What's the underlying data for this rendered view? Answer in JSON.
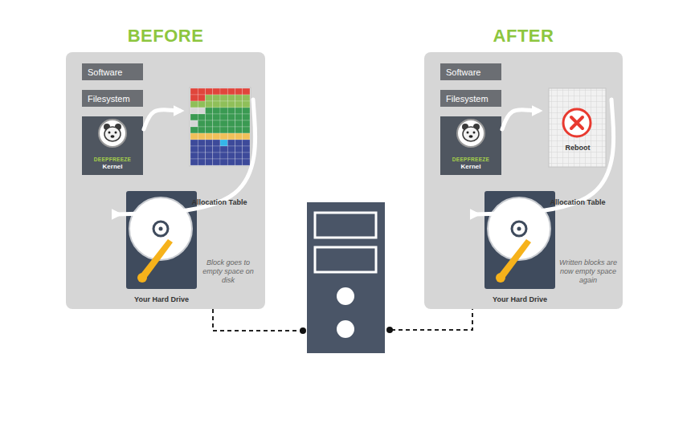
{
  "diagram": {
    "nodes": [
      {
        "text": [
          "BEFORE"
        ]
      },
      {
        "text": [
          "Software"
        ],
        "in": 0
      },
      {
        "text": [
          "Filesystem"
        ],
        "in": 0
      },
      {
        "text": [
          "DEEPFREEZE",
          "Kernel"
        ],
        "in": 0
      },
      {
        "text": [
          "Allocation Table"
        ],
        "in": 0
      },
      {
        "text": [
          "Your Hard Drive"
        ],
        "in": 0
      },
      {
        "text": [
          "AFTER"
        ]
      },
      {
        "text": [
          "Software"
        ],
        "in": 6
      },
      {
        "text": [
          "Filesystem"
        ],
        "in": 6
      },
      {
        "text": [
          "DEEPFREEZE",
          "Kernel"
        ],
        "in": 6
      },
      {
        "text": [
          "Reboot",
          "Allocation Table"
        ],
        "in": 6
      },
      {
        "text": [
          "Your Hard Drive"
        ],
        "in": 6
      }
    ],
    "edges": [
      {
        "from": 3,
        "to": 4,
        "arrow": "to"
      },
      {
        "from": 4,
        "to": 5,
        "arrow": "to"
      },
      {
        "from": 9,
        "to": 10,
        "arrow": "to"
      },
      {
        "from": 10,
        "to": 11,
        "arrow": "to"
      }
    ],
    "labels": [
      "Block goes to empty space on disk",
      "Written blocks are now empty space again"
    ]
  }
}
